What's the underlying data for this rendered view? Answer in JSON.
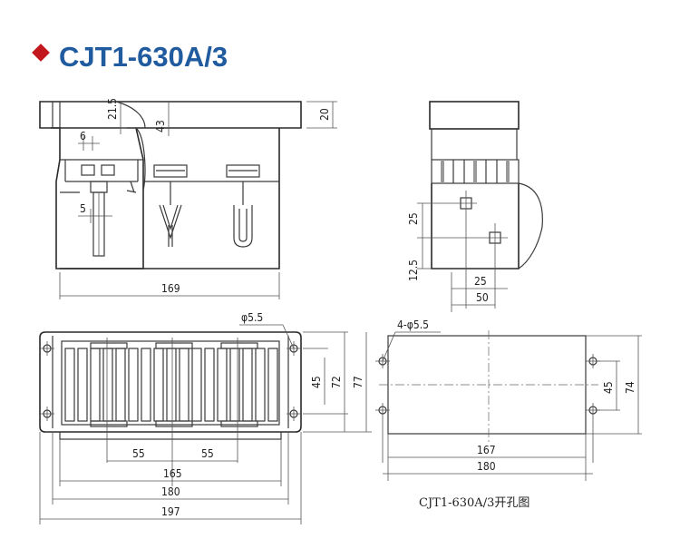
{
  "title": "CJT1-630A/3",
  "caption": "CJT1-630A/3开孔图",
  "dimensions": {
    "top_20": "20",
    "top_21_5": "21.5",
    "top_43": "43",
    "top_6": "6",
    "top_5": "5",
    "top_169": "169",
    "side_25": "25",
    "side_12_5": "12.5",
    "side_25b": "25",
    "side_50": "50",
    "base_hole": "φ5.5",
    "base_45": "45",
    "base_72": "72",
    "base_77": "77",
    "base_55a": "55",
    "base_55b": "55",
    "base_165": "165",
    "base_180": "180",
    "base_197": "197",
    "panel_holes": "4-φ5.5",
    "panel_45": "45",
    "panel_74": "74",
    "panel_167": "167",
    "panel_180": "180"
  },
  "colors": {
    "title_blue": "#1f5b9e",
    "marker_red": "#c2171d",
    "line": "#3a3a3a"
  }
}
